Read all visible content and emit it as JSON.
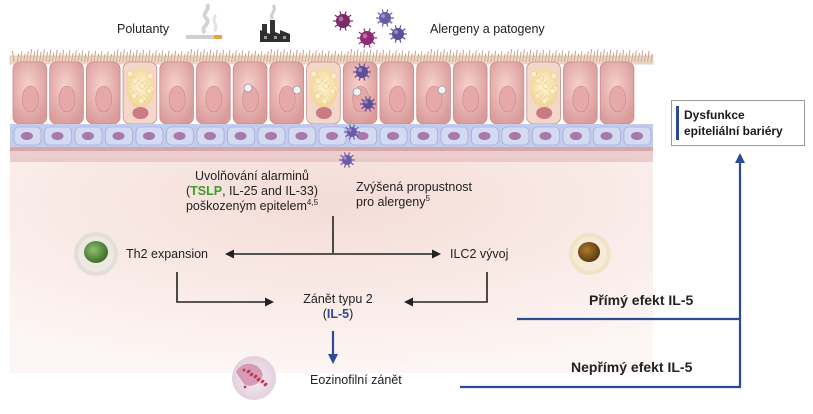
{
  "top": {
    "pollutants_label": "Polutanty",
    "allergens_label": "Alergeny a patogeny"
  },
  "alarmins": {
    "line1": "Uvolňování alarminů",
    "open_paren": "(",
    "tslp": "TSLP",
    "line2_rest": ", IL-25 and IL-33)",
    "line3": "poškozeným epitelem",
    "line3_sup": "4,5"
  },
  "permeability": {
    "line1": "Zvýšená propustnost",
    "line2": "pro alergeny",
    "line2_sup": "5"
  },
  "th2_label": "Th2 expansion",
  "ilc2_label": "ILC2 vývoj",
  "inflammation": {
    "line1": "Zánět typu 2",
    "open_paren": "(",
    "il5": "IL-5",
    "close_paren": ")"
  },
  "eosinophilic_label": "Eozinofilní zánět",
  "direct_effect_label": "Přímý efekt IL-5",
  "indirect_effect_label": "Nepřímý efekt IL-5",
  "barrier_box": {
    "line1": "Dysfunkce",
    "line2": "epiteliální bariéry"
  },
  "colors": {
    "tslp": "#3f9a2c",
    "il5": "#2d4b95",
    "effect_arrows": "#2d4b95",
    "black_arrows": "#222222",
    "epithelium_cell": "#e8b4b4",
    "basal_layer": "#bcc6e6",
    "tissue_background": "#f6e6e2",
    "allergen_particles": "#8a2d7a"
  },
  "icons": [
    "smoke-icon",
    "factory-icon",
    "allergen-particle-icon",
    "th2-cell-icon",
    "ilc2-cell-icon",
    "eosinophil-icon"
  ]
}
